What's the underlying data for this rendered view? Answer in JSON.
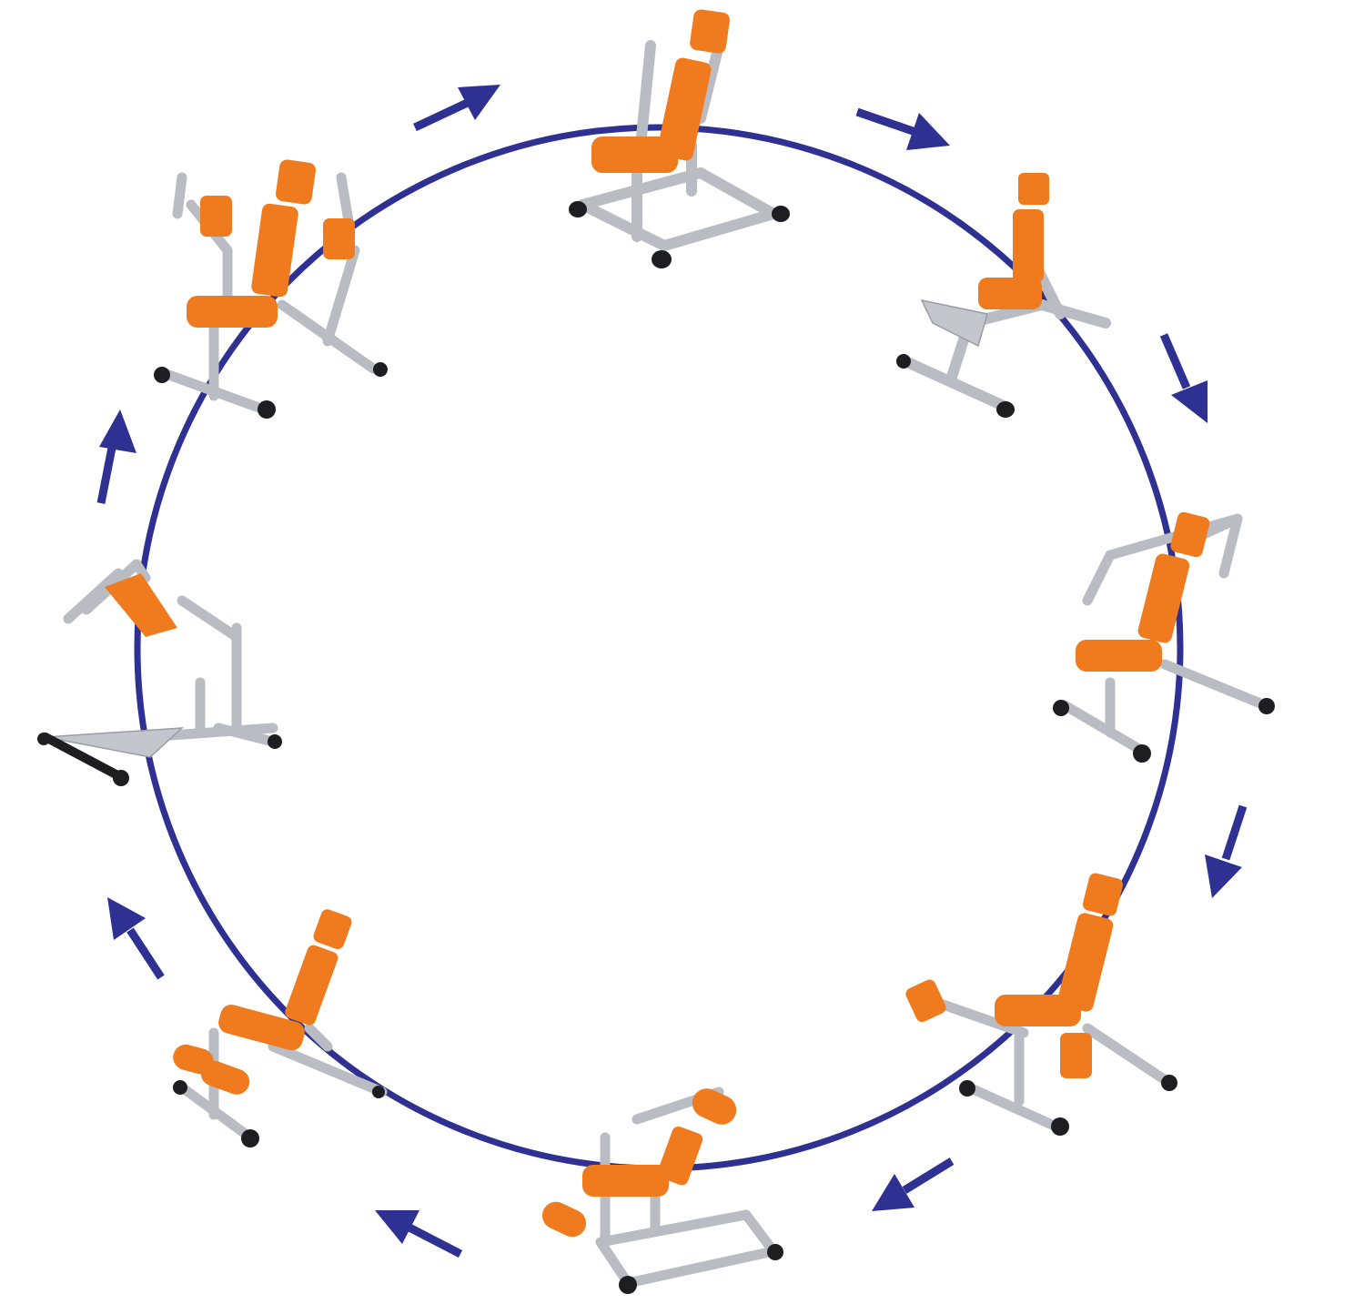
{
  "diagram": {
    "ring_color": "#2e3192",
    "arrow_color": "#2e3192",
    "upholstery_color": "#f07a1e",
    "frame_color": "#c3c6cc",
    "stations": [
      {
        "id": "station-top",
        "machine": "chest-press"
      },
      {
        "id": "station-top-right",
        "machine": "leg-press"
      },
      {
        "id": "station-right",
        "machine": "lat-pulldown"
      },
      {
        "id": "station-bottom-right",
        "machine": "hip-abduction-adduction"
      },
      {
        "id": "station-bottom",
        "machine": "leg-extension-curl"
      },
      {
        "id": "station-bottom-left",
        "machine": "seated-leg-curl"
      },
      {
        "id": "station-left",
        "machine": "squat-rack"
      },
      {
        "id": "station-top-left",
        "machine": "pec-deck"
      }
    ],
    "flow_direction": "clockwise"
  }
}
